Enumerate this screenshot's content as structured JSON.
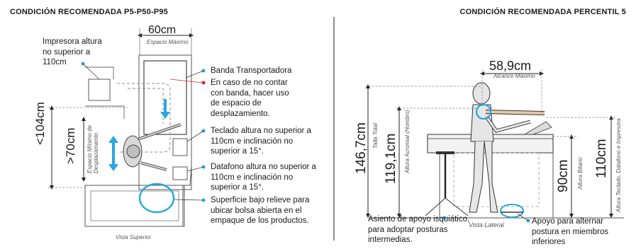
{
  "left_panel": {
    "title": "CONDICIÓN RECOMENDADA P5-P50-P95",
    "top_dimension": "60cm",
    "top_dimension_note": "Espacio Máximo",
    "printer_label": "Impresora altura no superior a 110cm",
    "side_dimension_a": "<104cm",
    "side_dimension_b": ">70cm",
    "side_dimension_note": "Espacio Mínimo de Desplazamiento",
    "callouts": [
      "Banda Transportadora",
      "En caso de no contar con banda, hacer uso de espacio de desplazamiento.",
      "Teclado altura no superior a 110cm e inclinación no superior a 15°.",
      "Datafono altura no superior a 110cm e inclinación no superior a 15°.",
      "Superficie bajo relieve para ubicar bolsa abierta en el empaque de los productos."
    ],
    "view_caption": "Vista Superior"
  },
  "right_panel": {
    "title": "CONDICIÓN RECOMENDADA PERCENTIL 5",
    "reach_dimension": "58,9cm",
    "reach_note": "Alcance Máximo",
    "total_height": "146,7cm",
    "total_height_note": "Talla Total",
    "acromial_height": "119,1cm",
    "acromial_note": "Altura Acromial (Hombro)",
    "elbow_height": "90cm",
    "elbow_note": "Altura Bitario",
    "keyboard_height": "110cm",
    "keyboard_note": "Altura Teclado, Datafono e Impresora",
    "seat_label": "Asiento de apoyo isquiático, para adoptar posturas intermedias.",
    "foot_label": "Apoyo para alternar postura en miembros inferiores",
    "view_caption": "Vista Lateral"
  },
  "colors": {
    "accent_blue": "#29a7e1",
    "callout_red": "#d8232a",
    "line": "#333333"
  }
}
